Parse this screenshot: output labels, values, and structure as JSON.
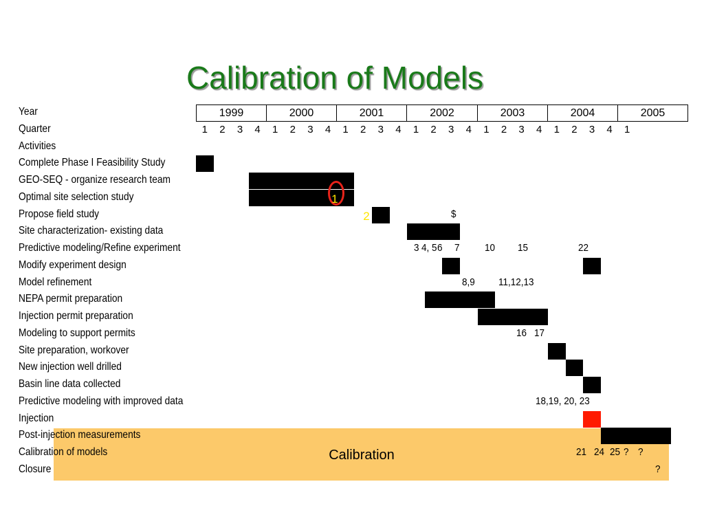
{
  "title": "Calibration of Models",
  "years": [
    "1999",
    "2000",
    "2001",
    "2002",
    "2003",
    "2004",
    "2005"
  ],
  "quarters": [
    "1",
    "2",
    "3",
    "4",
    "1",
    "2",
    "3",
    "4",
    "1",
    "2",
    "3",
    "4",
    "1",
    "2",
    "3",
    "4",
    "1",
    "2",
    "3",
    "4",
    "1",
    "2",
    "3",
    "4",
    "1"
  ],
  "row_labels": [
    "Year",
    "Quarter",
    "Activities",
    "Complete Phase I Feasibility Study",
    "GEO-SEQ - organize research team",
    "Optimal site selection study",
    "Propose field study",
    "Site characterization- existing data",
    "Predictive modeling/Refine experiment",
    "Modify experiment design",
    "Model refinement",
    "NEPA permit preparation",
    "Injection permit preparation",
    "Modeling to support permits",
    "Site preparation, workover",
    "New injection well drilled",
    "Basin line data collected",
    "Predictive modeling with improved data",
    "Injection",
    "Post-injection measurements",
    "Calibration of models",
    "Closure"
  ],
  "calibration_label": "Calibration",
  "annotations": [
    {
      "text": "$",
      "row": 6,
      "quarter": 15.5
    },
    {
      "text": "3",
      "row": 8,
      "quarter": 13.4
    },
    {
      "text": "4, 5",
      "row": 8,
      "quarter": 13.8
    },
    {
      "text": "6",
      "row": 8,
      "quarter": 14.7
    },
    {
      "text": "7",
      "row": 8,
      "quarter": 15.7
    },
    {
      "text": "10",
      "row": 8,
      "quarter": 17.4
    },
    {
      "text": "15",
      "row": 8,
      "quarter": 19.3
    },
    {
      "text": "22",
      "row": 8,
      "quarter": 22.7
    },
    {
      "text": "8,9",
      "row": 10,
      "quarter": 16.1
    },
    {
      "text": "11,12,13",
      "row": 10,
      "quarter": 18.2
    },
    {
      "text": "16",
      "row": 13,
      "quarter": 19.2
    },
    {
      "text": "17",
      "row": 13,
      "quarter": 20.2
    },
    {
      "text": "18,19, 20, 23",
      "row": 17,
      "quarter": 20.3
    },
    {
      "text": "21",
      "row": 20,
      "quarter": 22.6
    },
    {
      "text": "24",
      "row": 20,
      "quarter": 23.6
    },
    {
      "text": "25",
      "row": 20,
      "quarter": 24.5
    },
    {
      "text": "?",
      "row": 20,
      "quarter": 25.3
    },
    {
      "text": "?",
      "row": 20,
      "quarter": 26.1
    },
    {
      "text": "?",
      "row": 21,
      "quarter": 27.1
    }
  ],
  "bars": [
    {
      "row": 3,
      "start": 1,
      "end": 1,
      "color": "black"
    },
    {
      "row": 4,
      "start": 4,
      "end": 9,
      "color": "black"
    },
    {
      "row": 5,
      "start": 4,
      "end": 9,
      "color": "black"
    },
    {
      "row": 6,
      "start": 11,
      "end": 11,
      "color": "black"
    },
    {
      "row": 7,
      "start": 13,
      "end": 15,
      "color": "black"
    },
    {
      "row": 9,
      "start": 15,
      "end": 15,
      "color": "black"
    },
    {
      "row": 9,
      "start": 23,
      "end": 23,
      "color": "black"
    },
    {
      "row": 11,
      "start": 14,
      "end": 17,
      "color": "black"
    },
    {
      "row": 12,
      "start": 17,
      "end": 20,
      "color": "black"
    },
    {
      "row": 14,
      "start": 21,
      "end": 21,
      "color": "black"
    },
    {
      "row": 15,
      "start": 22,
      "end": 22,
      "color": "black"
    },
    {
      "row": 16,
      "start": 23,
      "end": 23,
      "color": "black"
    },
    {
      "row": 18,
      "start": 23,
      "end": 23,
      "color": "red"
    },
    {
      "row": 19,
      "start": 24,
      "end": 27,
      "color": "black"
    }
  ],
  "markers": [
    {
      "number": "1",
      "row": 5,
      "quarter": 8.7,
      "ring": true
    },
    {
      "number": "2",
      "row": 6,
      "quarter": 10.5,
      "ring": false
    }
  ],
  "colors": {
    "title": "#1a7a1a",
    "band": "#fcc96a",
    "bar": "#000000",
    "highlight": "#ff1a00",
    "marker_number": "#ffe600",
    "marker_ring": "#e8231a"
  }
}
